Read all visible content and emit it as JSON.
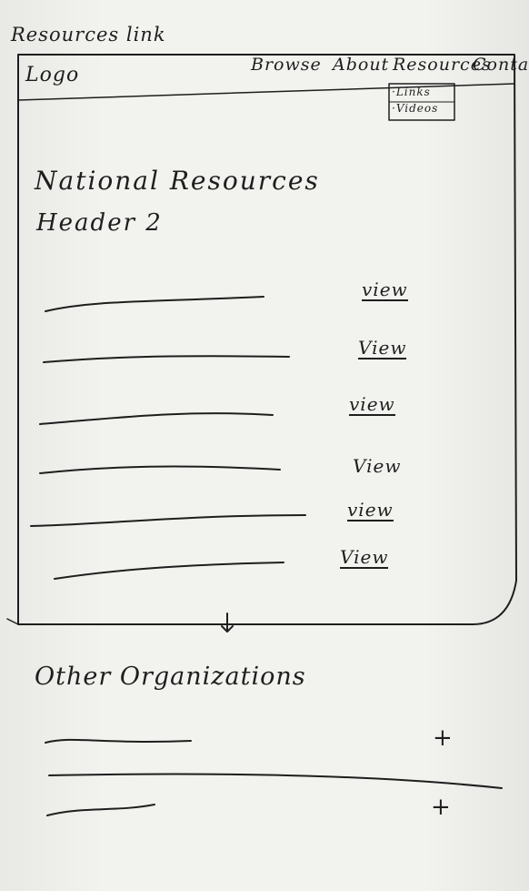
{
  "sheet_title": "Resources link",
  "header": {
    "logo": "Logo",
    "nav": [
      "Browse",
      "About",
      "Resources",
      "Contact"
    ],
    "resources_dropdown": [
      "·Links",
      "·Videos"
    ]
  },
  "main": {
    "title": "National Resources",
    "subtitle": "Header 2",
    "resource_rows": [
      {
        "link_label": "view"
      },
      {
        "link_label": "View"
      },
      {
        "link_label": "view"
      },
      {
        "link_label": "View"
      },
      {
        "link_label": "view"
      },
      {
        "link_label": "View"
      }
    ]
  },
  "other_section": {
    "title": "Other Organizations",
    "rows": [
      {
        "expand_label": "+"
      },
      {
        "expand_label": "+"
      }
    ]
  },
  "icons": {
    "scroll_indicator": "arrow-down-icon"
  },
  "colors": {
    "ink": "#1e1e1e",
    "paper": "#f2f2ef"
  }
}
